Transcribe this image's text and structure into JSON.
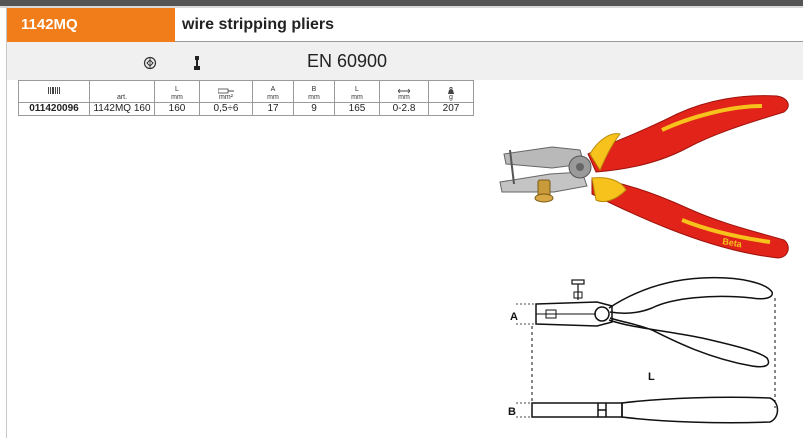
{
  "header": {
    "code": "1142MQ",
    "title": "wire stripping pliers",
    "standard": "EN 60900"
  },
  "table": {
    "headers": [
      {
        "icon": "barcode-icon",
        "line1": "",
        "line2": ""
      },
      {
        "icon": "",
        "line1": "",
        "line2": "art."
      },
      {
        "icon": "",
        "line1": "L",
        "line2": "mm"
      },
      {
        "icon": "cable-section-icon",
        "line1": "",
        "line2": "mm²"
      },
      {
        "icon": "",
        "line1": "A",
        "line2": "mm"
      },
      {
        "icon": "",
        "line1": "B",
        "line2": "mm"
      },
      {
        "icon": "",
        "line1": "L",
        "line2": "mm"
      },
      {
        "icon": "wire-diameter-icon",
        "line1": "",
        "line2": "mm"
      },
      {
        "icon": "weight-icon",
        "line1": "",
        "line2": "g"
      }
    ],
    "rows": [
      [
        "011420096",
        "1142MQ 160",
        "160",
        "0,5÷6",
        "17",
        "9",
        "165",
        "0-2.8",
        "207"
      ]
    ]
  },
  "drawing": {
    "label_a": "A",
    "label_b": "B",
    "label_l": "L"
  },
  "icons": [
    "insulation-test-icon",
    "hex-adjust-icon"
  ],
  "colors": {
    "accent": "#f07d1a",
    "handle_red": "#e2231a",
    "handle_yellow": "#f6c21b"
  }
}
